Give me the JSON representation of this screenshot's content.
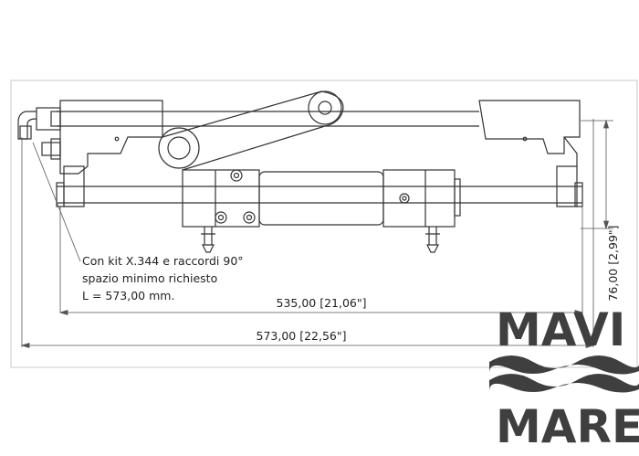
{
  "drawing": {
    "note_lines": [
      "Con kit X.344 e raccordi 90°",
      "spazio minimo richiesto",
      "L = 573,00 mm."
    ],
    "dim_inner": "535,00 [21,06\"]",
    "dim_overall": "573,00 [22,56\"]",
    "dim_vertical": "76,00 [2,99\"]"
  },
  "logo": {
    "top": "MAVI",
    "bottom": "MARE",
    "color": "#3f3f3f"
  },
  "colors": {
    "line": "#333333",
    "dim": "#555555",
    "frame": "#c8c8c8"
  }
}
